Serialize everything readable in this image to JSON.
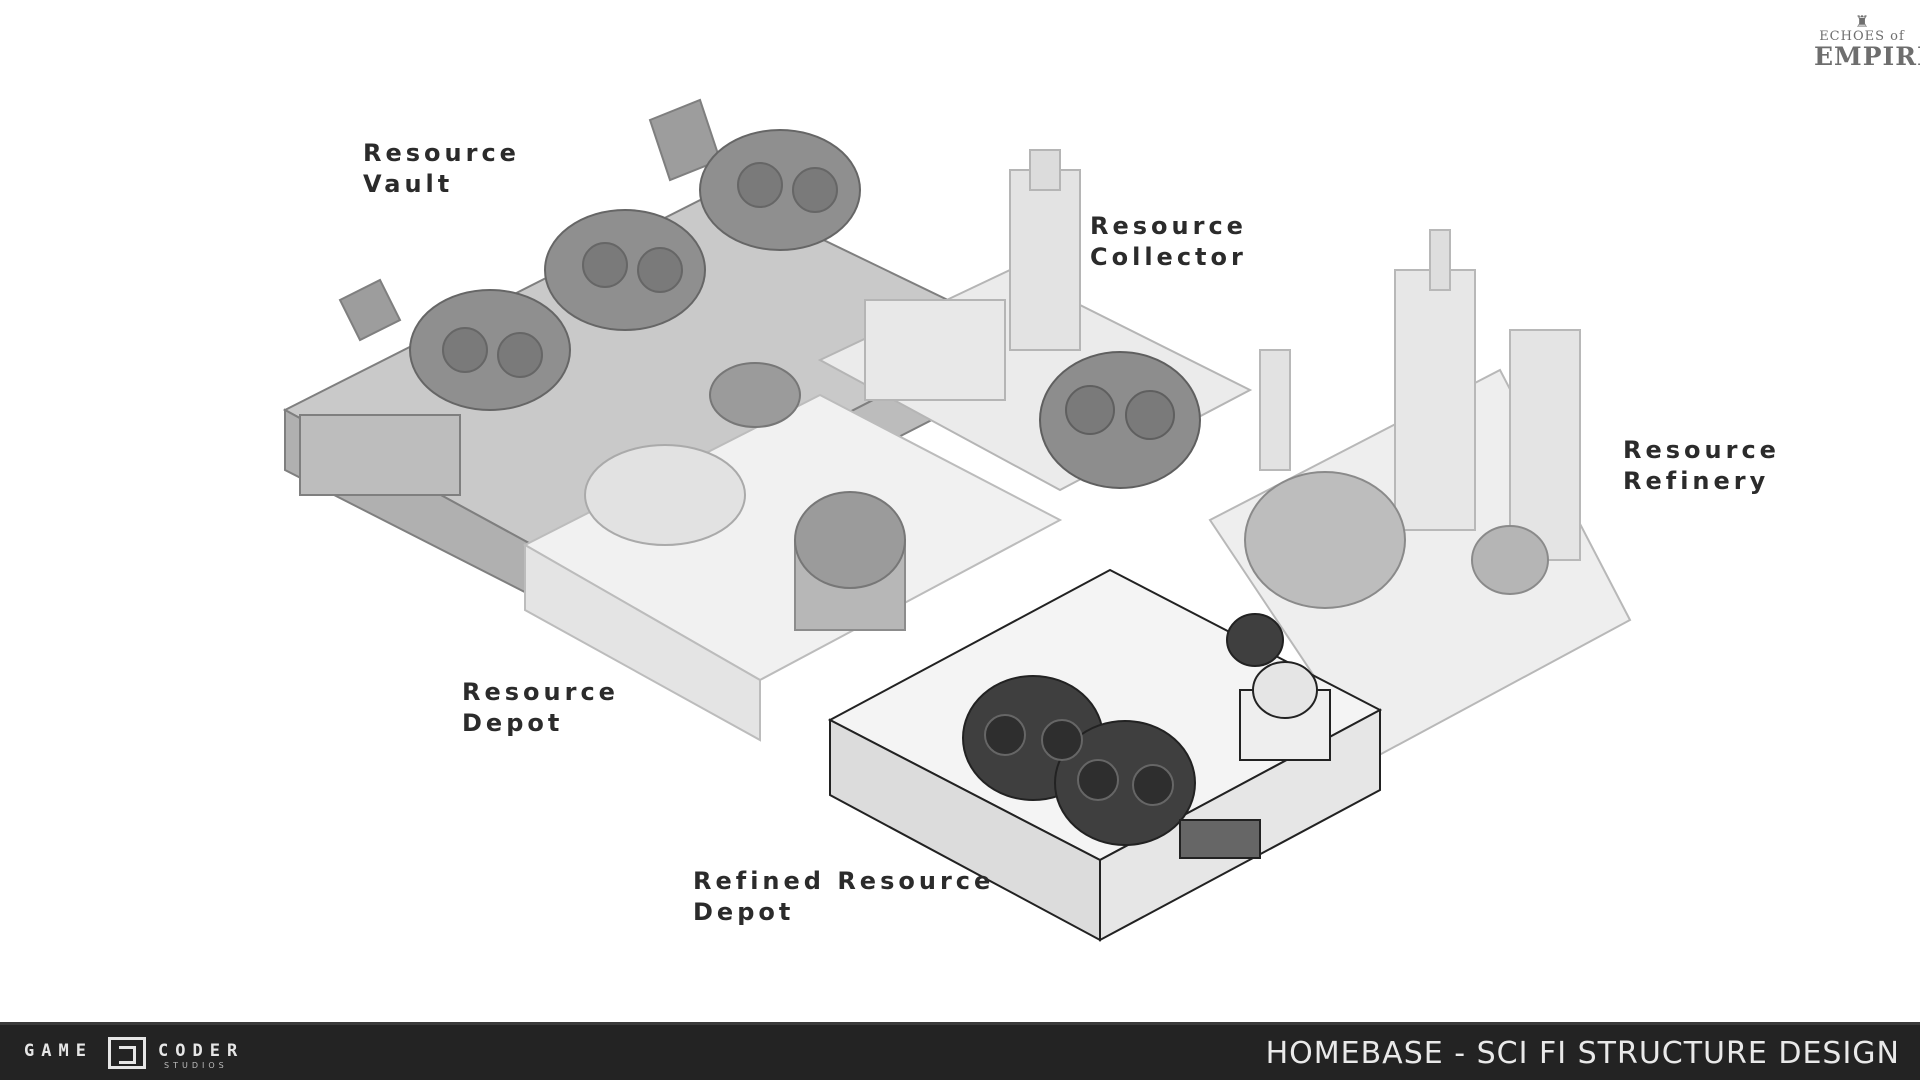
{
  "brand": {
    "game_logo_line1": "ECHOES of",
    "game_logo_line2": "EMPIRE",
    "studio_word1": "GAME",
    "studio_word2": "CODER",
    "studio_sub": "STUDIOS"
  },
  "labels": {
    "resource_vault": [
      "Resource",
      "Vault"
    ],
    "resource_collector": [
      "Resource",
      "Collector"
    ],
    "resource_refinery": [
      "Resource",
      "Refinery"
    ],
    "resource_depot": [
      "Resource",
      "Depot"
    ],
    "refined_resource_depot": [
      "Refined Resource",
      "Depot"
    ]
  },
  "footer": {
    "title": "HOMEBASE - SCI FI STRUCTURE DESIGN"
  },
  "colors": {
    "background": "#ffffff",
    "footer_bar": "#232323",
    "footer_text": "#e9e9e9",
    "label_text": "#2b2b2b",
    "sketch_light": "#dcdcdc",
    "sketch_mid": "#a8a8a8",
    "sketch_dark": "#4a4a4a"
  },
  "icons": {
    "game_logo": "echoes-of-empire-crest-icon",
    "studio_logo": "game-coder-mark-icon"
  }
}
